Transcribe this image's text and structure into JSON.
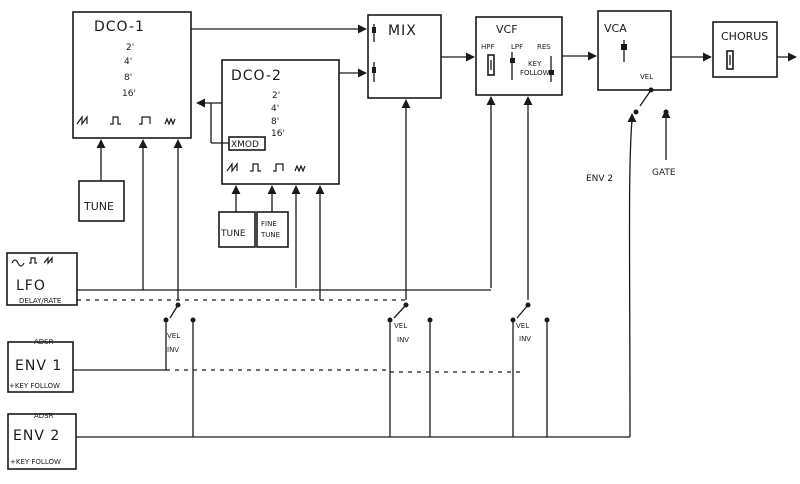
{
  "modules": {
    "dco1": {
      "title": "DCO-1",
      "footages": [
        "2'",
        "4'",
        "8'",
        "16'"
      ]
    },
    "dco2": {
      "title": "DCO-2",
      "footages": [
        "2'",
        "4'",
        "8'",
        "16'"
      ],
      "xmod": "XMOD"
    },
    "mix": {
      "title": "MIX"
    },
    "vcf": {
      "title": "VCF",
      "hpf": "HPF",
      "lpf": "LPF",
      "res": "RES",
      "keyfollow_1": "KEY",
      "keyfollow_2": "FOLLOW"
    },
    "vca": {
      "title": "VCA",
      "vel": "VEL"
    },
    "chorus": {
      "title": "CHORUS"
    },
    "tune1": {
      "title": "TUNE"
    },
    "tune2": {
      "title": "TUNE"
    },
    "finetune": {
      "line1": "FINE",
      "line2": "TUNE"
    },
    "lfo": {
      "title": "LFO",
      "sub": "DELAY/RATE"
    },
    "env1": {
      "type": "ADSR",
      "title": "ENV 1",
      "sub": "+KEY FOLLOW"
    },
    "env2": {
      "type": "ADSR",
      "title": "ENV 2",
      "sub": "+KEY FOLLOW"
    }
  },
  "switches": {
    "dco_mod": {
      "vel": "VEL",
      "inv": "INV"
    },
    "mix_mod": {
      "vel": "VEL",
      "inv": "INV"
    },
    "vcf_mod": {
      "vel": "VEL",
      "inv": "INV"
    }
  },
  "labels": {
    "env2_vca": "ENV 2",
    "gate": "GATE"
  }
}
